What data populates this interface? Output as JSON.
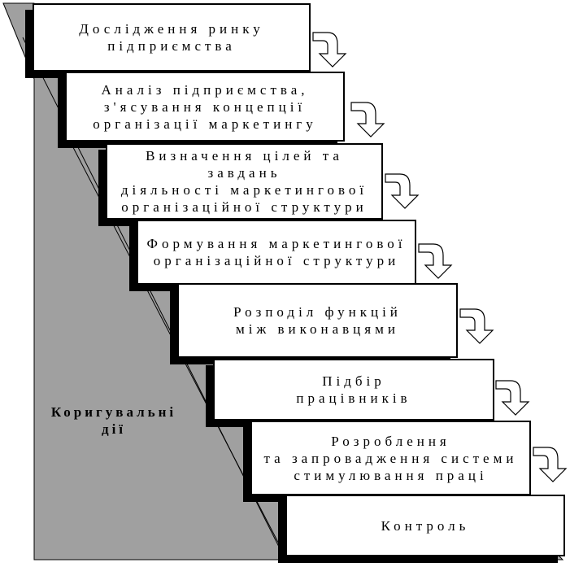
{
  "steps": [
    {
      "lines": [
        "Дослідження ринку",
        "підприємства"
      ]
    },
    {
      "lines": [
        "Аналіз підприємства,",
        "з'ясування концепції",
        "організації маркетингу"
      ]
    },
    {
      "lines": [
        "Визначення цілей та завдань",
        "діяльності маркетингової",
        "організаційної структури"
      ]
    },
    {
      "lines": [
        "Формування маркетингової",
        "організаційної структури"
      ]
    },
    {
      "lines": [
        "Розподіл функцій",
        "між виконавцями"
      ]
    },
    {
      "lines": [
        "Підбір",
        "працівників"
      ]
    },
    {
      "lines": [
        "Розроблення",
        "та запровадження системи",
        "стимулювання праці"
      ]
    },
    {
      "lines": [
        "Контроль"
      ]
    }
  ],
  "side_label": {
    "line1": "Коригувальні",
    "line2": "дії"
  },
  "colors": {
    "panel": "#a0a0a0",
    "box_fill": "#ffffff",
    "stroke": "#000000"
  }
}
